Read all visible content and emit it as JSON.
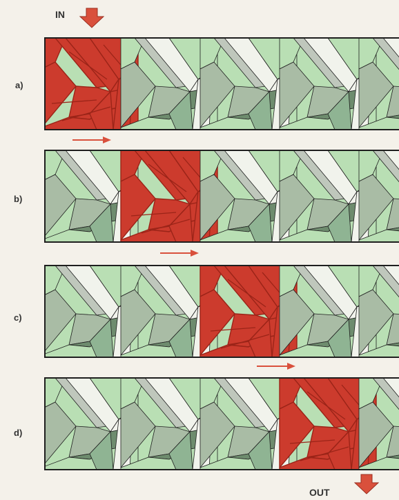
{
  "labels": {
    "in": "IN",
    "out": "OUT"
  },
  "panels": [
    {
      "label": "a)",
      "highlight_module": 1
    },
    {
      "label": "b)",
      "highlight_module": 2
    },
    {
      "label": "c)",
      "highlight_module": 3
    },
    {
      "label": "d)",
      "highlight_module": 4
    }
  ],
  "colors": {
    "background": "#f4f1ea",
    "highlight": "#cc3b2d",
    "highlight_dark": "#9b2418",
    "green_light": "#b9dfb4",
    "green_mid": "#8fb493",
    "green_dark": "#6e8c6e",
    "white_band": "#f1f3ec",
    "band_shadow": "#bfc7bc",
    "gray_green": "#a9bca5",
    "outline": "#1e1e1e",
    "arrow": "#d9503c"
  }
}
